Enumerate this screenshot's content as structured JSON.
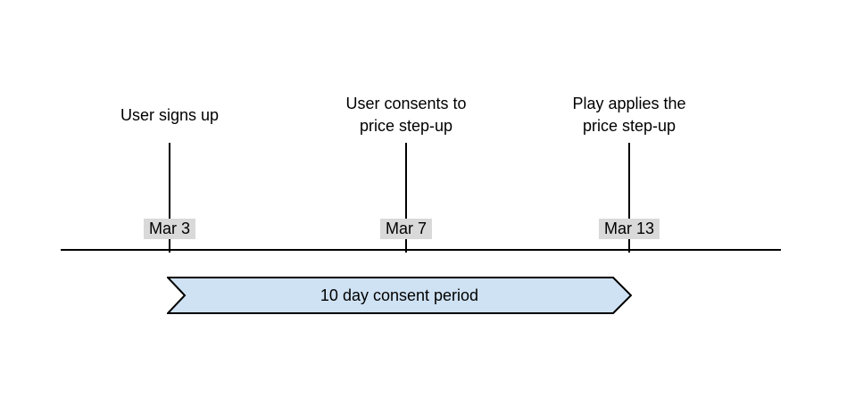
{
  "theme": {
    "canvas_bg": "#ffffff",
    "text_color": "#000000",
    "line_color": "#000000",
    "chip_bg": "#d9d9d9"
  },
  "timeline": {
    "events": [
      {
        "label": "User signs up",
        "date": "Mar 3"
      },
      {
        "label": "User consents to\nprice step-up",
        "date": "Mar 7"
      },
      {
        "label": "Play applies the\nprice step-up",
        "date": "Mar 13"
      }
    ]
  },
  "consent_banner": {
    "label": "10 day consent period",
    "fill": "#cfe2f3"
  }
}
